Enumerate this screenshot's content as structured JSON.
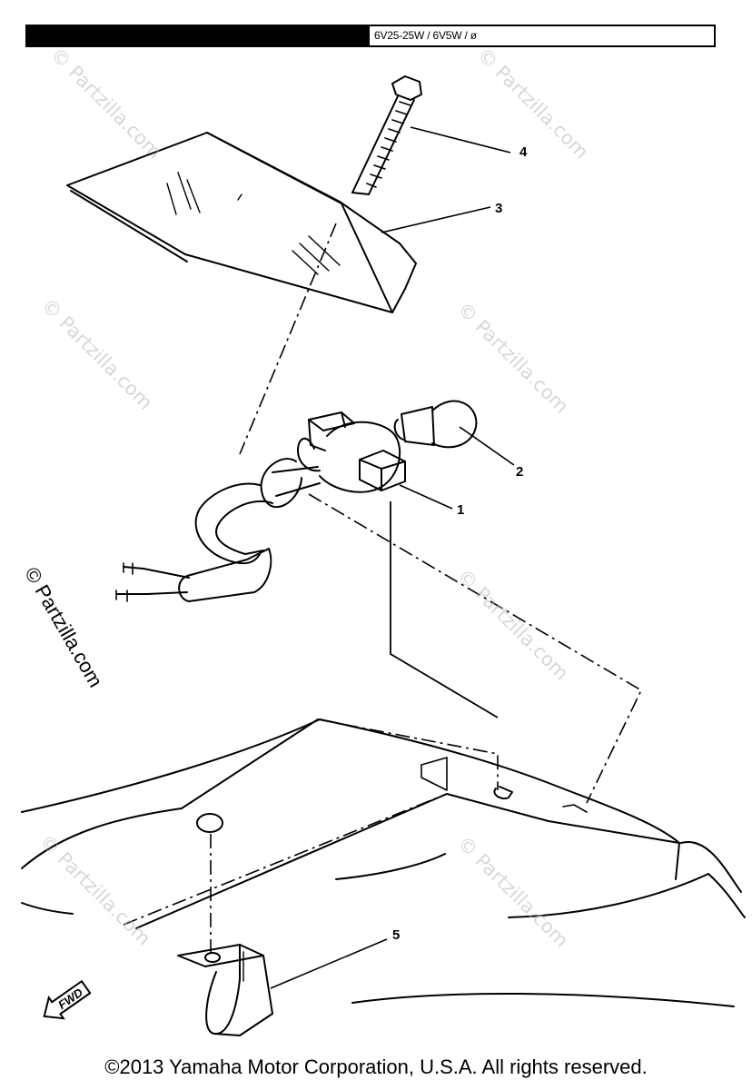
{
  "header": {
    "spec": "6V25-25W / 6V5W / ø"
  },
  "callouts": {
    "part1": "1",
    "part2": "2",
    "part3": "3",
    "part4": "4",
    "part5": "5"
  },
  "fwd_label": "FWD",
  "watermark": "© Partzilla.com",
  "copyright": "©2013 Yamaha Motor Corporation, U.S.A. All rights reserved."
}
